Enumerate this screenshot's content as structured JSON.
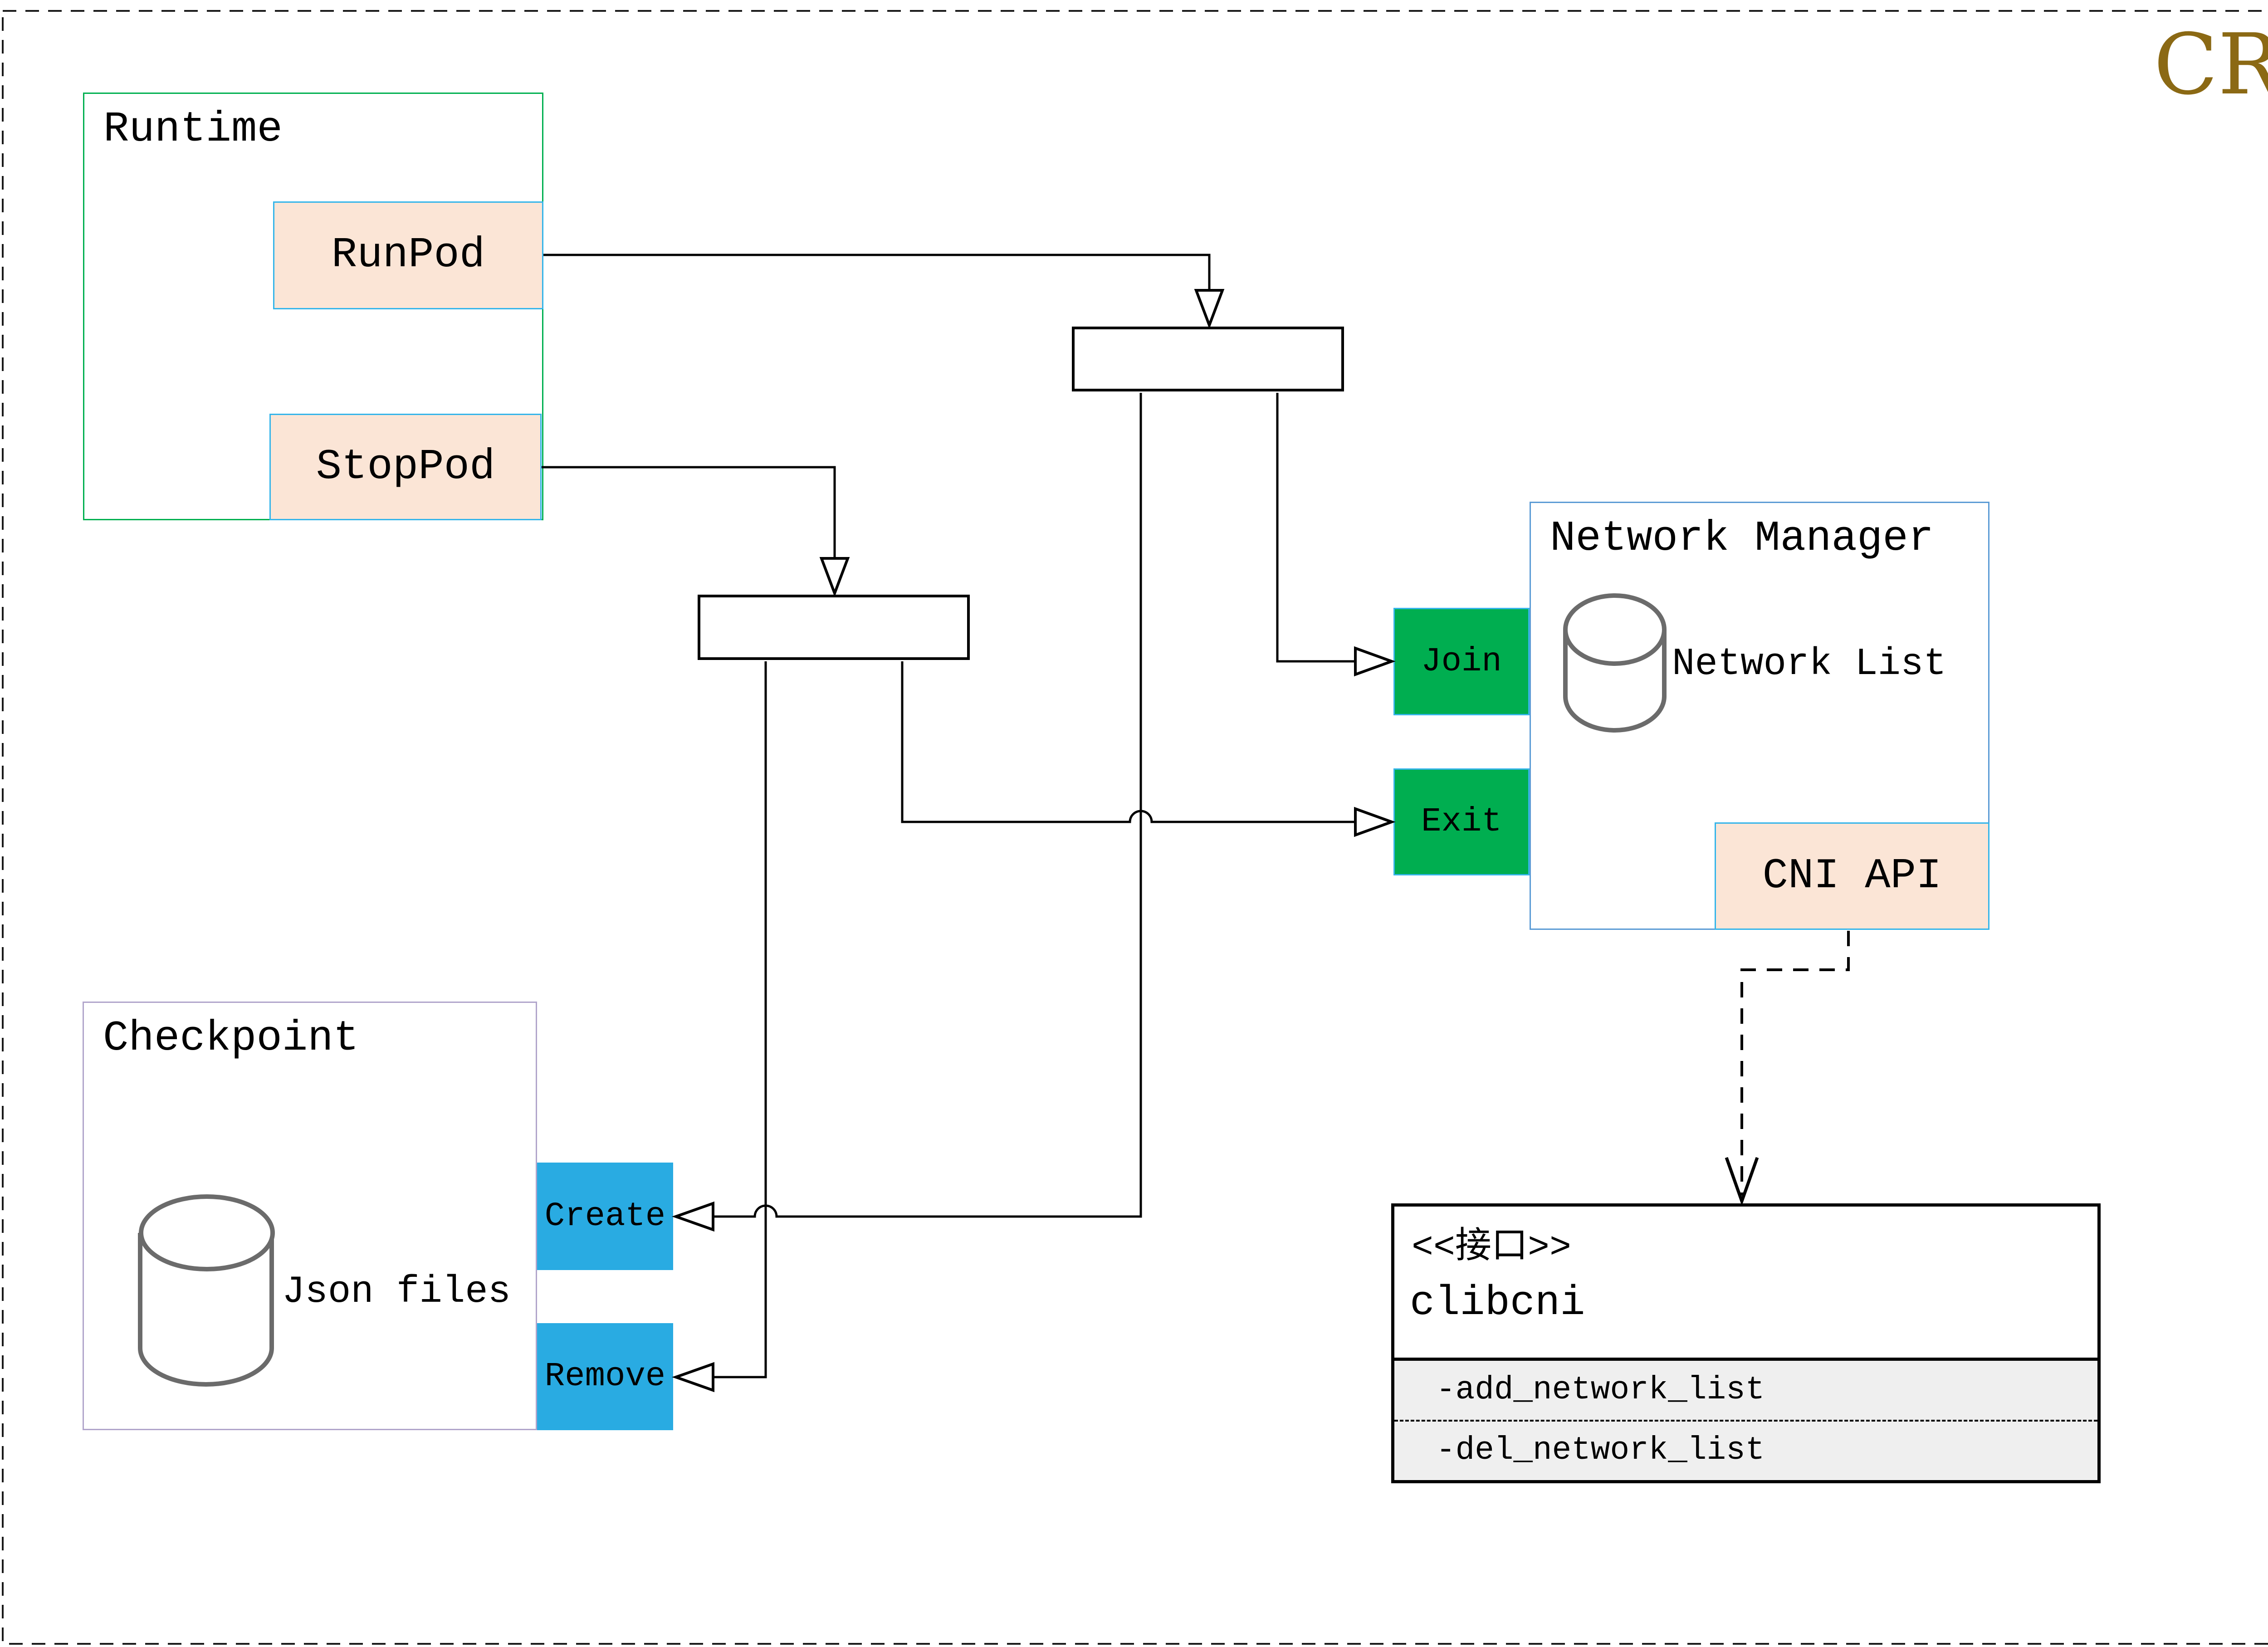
{
  "page": {
    "badge": "CRI",
    "colors": {
      "cri_text": "#8B6914",
      "runtime_border": "#00B050",
      "network_manager_border": "#5B9BD5",
      "checkpoint_border": "#B1A5CB",
      "peach_fill": "#FBE5D6",
      "peach_border": "#35B5EA",
      "green_fill": "#00AE50",
      "blue_fill": "#29ABE2",
      "class_row_fill": "#EFEFEF",
      "cylinder_stroke": "#6B6B6B",
      "line_color": "#000000"
    }
  },
  "runtime": {
    "title": "Runtime",
    "run_pod": "RunPod",
    "stop_pod": "StopPod"
  },
  "network_manager": {
    "title": "Network Manager",
    "network_list": "Network List",
    "join": "Join",
    "exit": "Exit",
    "cni_api": "CNI API"
  },
  "checkpoint": {
    "title": "Checkpoint",
    "json_files": "Json files",
    "create": "Create",
    "remove": "Remove"
  },
  "clibcni": {
    "stereotype": "<<接口>>",
    "name": "clibcni",
    "methods": [
      "-add_network_list",
      "-del_network_list"
    ]
  }
}
